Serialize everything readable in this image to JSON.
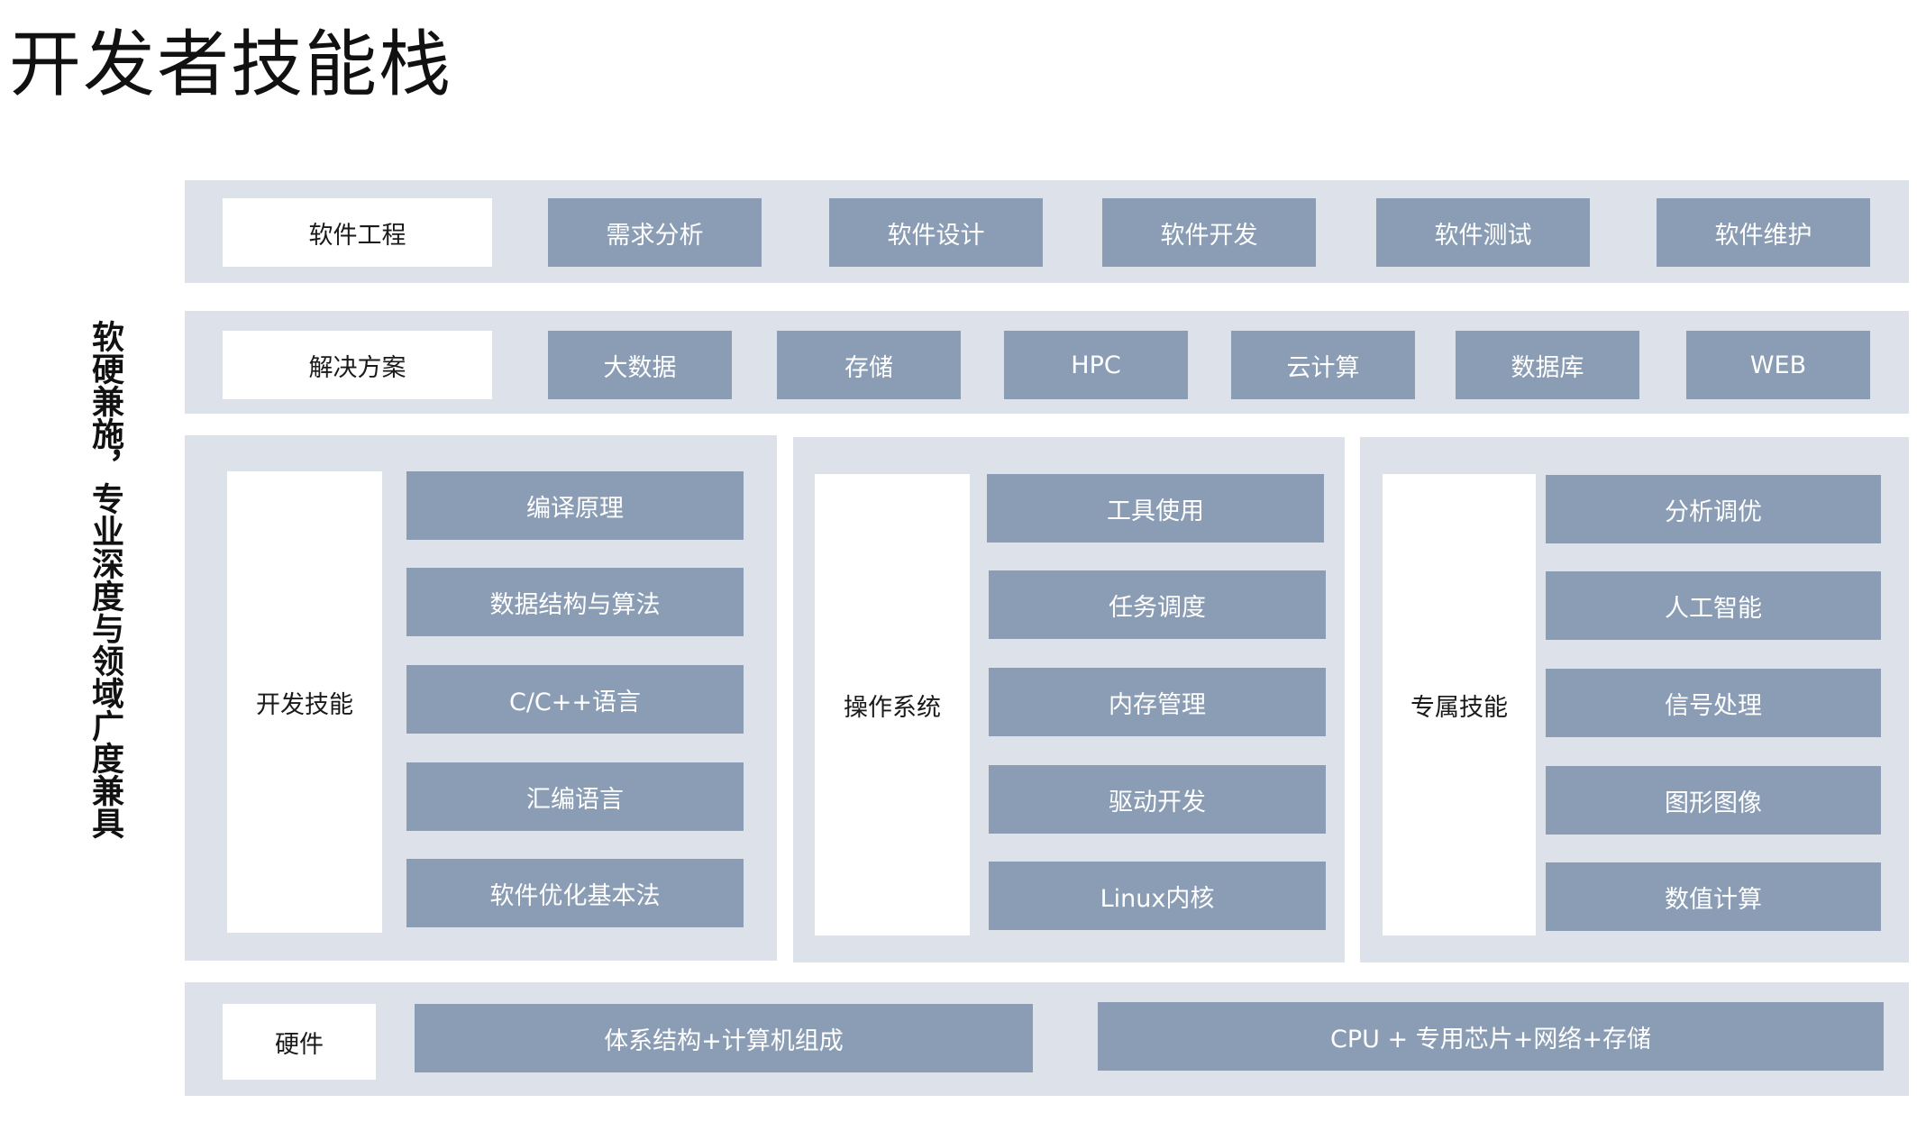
{
  "title": "开发者技能栈",
  "side_label": "软硬兼施，专业深度与领域广度兼具",
  "rows": {
    "software_engineering": {
      "label": "软件工程",
      "items": [
        "需求分析",
        "软件设计",
        "软件开发",
        "软件测试",
        "软件维护"
      ]
    },
    "solutions": {
      "label": "解决方案",
      "items": [
        "大数据",
        "存储",
        "HPC",
        "云计算",
        "数据库",
        "WEB"
      ]
    },
    "dev_skills": {
      "label": "开发技能",
      "items": [
        "编译原理",
        "数据结构与算法",
        "C/C++语言",
        "汇编语言",
        "软件优化基本法"
      ]
    },
    "os": {
      "label": "操作系统",
      "items": [
        "工具使用",
        "任务调度",
        "内存管理",
        "驱动开发",
        "Linux内核"
      ]
    },
    "special_skills": {
      "label": "专属技能",
      "items": [
        "分析调优",
        "人工智能",
        "信号处理",
        "图形图像",
        "数值计算"
      ]
    },
    "hardware": {
      "label": "硬件",
      "items": [
        "体系结构+计算机组成",
        "CPU + 专用芯片+网络+存储"
      ]
    }
  },
  "colors": {
    "band": "#dde1e9",
    "item": "#8a9db4",
    "item_text": "#ffffff",
    "label_box": "#ffffff"
  }
}
